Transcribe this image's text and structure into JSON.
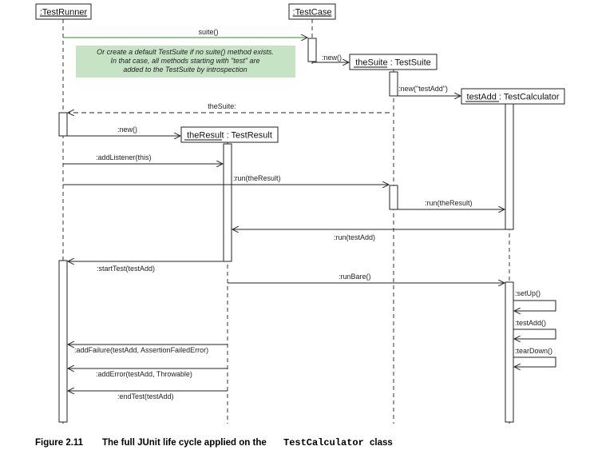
{
  "objects": {
    "test_runner": ":TestRunner",
    "test_case": ":TestCase",
    "the_suite": "theSuite : TestSuite",
    "test_add": "testAdd : TestCalculator",
    "the_result": "theResult : TestResult"
  },
  "messages": {
    "suite": "suite()",
    "new_suite": ":new()",
    "new_testadd": ":new(\"testAdd\")",
    "the_suite_return": "theSuite:",
    "new_result": ":new()",
    "add_listener": ":addListener(this)",
    "run_result_1": ":run(theResult)",
    "run_result_2": ":run(theResult)",
    "run_testadd": ":run(testAdd)",
    "start_test": ":startTest(testAdd)",
    "run_bare": ":runBare()",
    "set_up": ":setUp()",
    "test_add_call": ":testAdd()",
    "tear_down": ":tearDown()",
    "add_failure": ":addFailure(testAdd, AssertionFailedError)",
    "add_error": ":addError(testAdd, Throwable)",
    "end_test": ":endTest(testAdd)"
  },
  "note": {
    "line1": "Or create a default TestSuite if no suite() method exists.",
    "line2": "In that case, all methods starting  with \"test\" are",
    "line3": "added to the TestSuite by introspection",
    "color": "#c6e3c6"
  },
  "caption": {
    "label": "Figure 2.11",
    "text": "The full JUnit life cycle applied on the",
    "code": "TestCalculator",
    "suffix": "class"
  }
}
